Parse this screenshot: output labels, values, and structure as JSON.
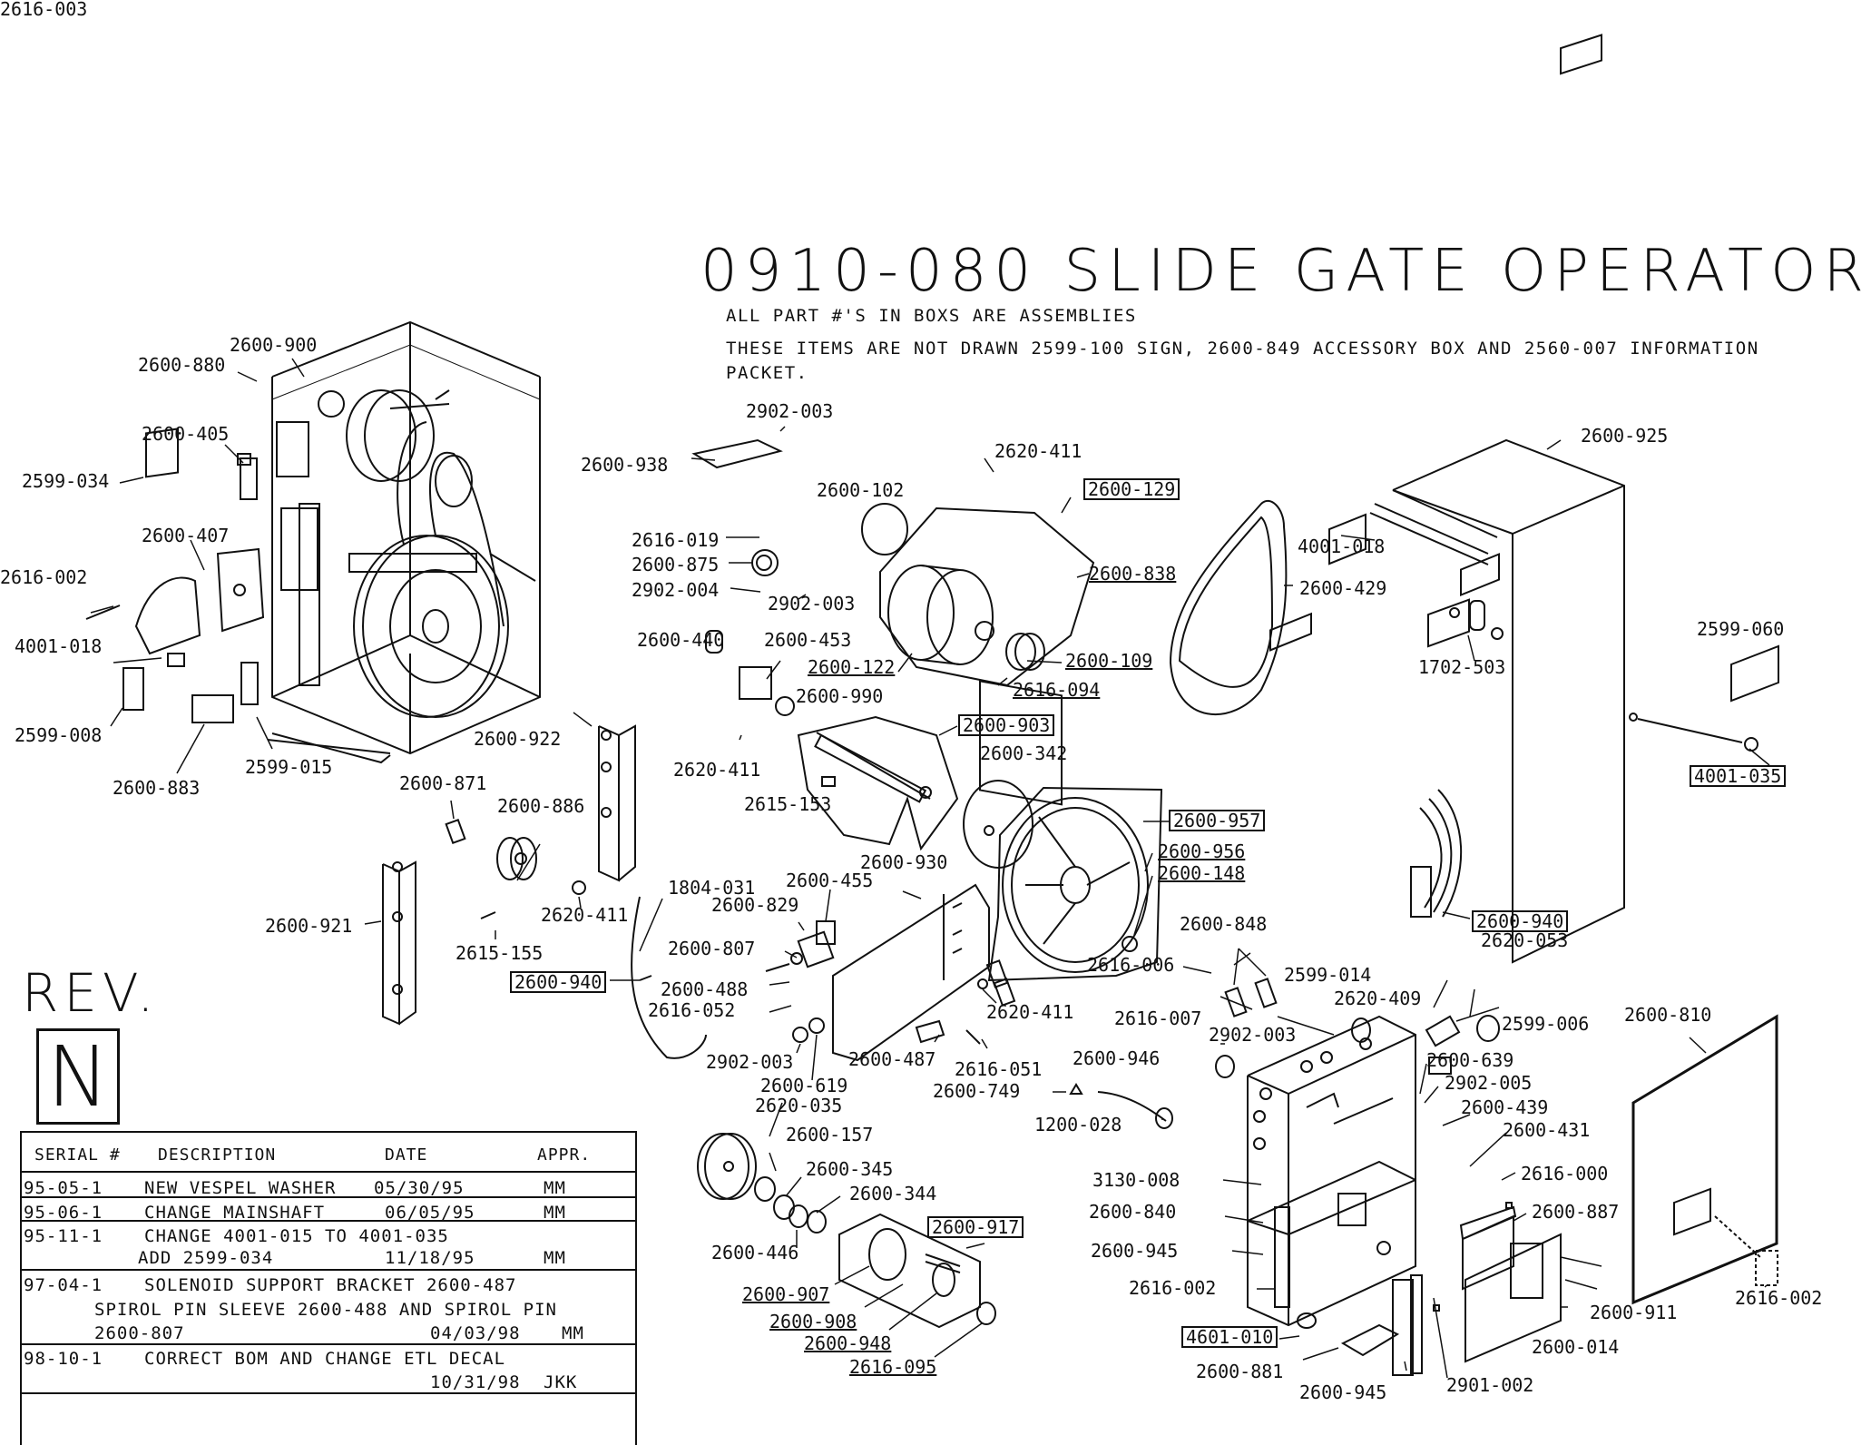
{
  "title": "0910-080 SLIDE GATE OPERATOR",
  "notes": [
    "ALL PART #'S IN BOXS ARE ASSEMBLIES",
    "THESE ITEMS ARE NOT DRAWN 2599-100 SIGN, 2600-849 ACCESSORY BOX AND 2560-007 INFORMATION",
    "PACKET."
  ],
  "revision": {
    "label": "REV.",
    "letter": "N"
  },
  "rev_table": {
    "headers": {
      "serial": "SERIAL #",
      "description": "DESCRIPTION",
      "date": "DATE",
      "appr": "APPR."
    },
    "rows": [
      {
        "serial": "95-05-1",
        "description": "NEW VESPEL WASHER",
        "date": "05/30/95",
        "appr": "MM"
      },
      {
        "serial": "95-06-1",
        "description": "CHANGE MAINSHAFT",
        "date": "06/05/95",
        "appr": "MM"
      },
      {
        "serial": "95-11-1",
        "description": "CHANGE 4001-015 TO 4001-035",
        "date": "",
        "appr": ""
      },
      {
        "serial": "",
        "description": "ADD 2599-034",
        "date": "11/18/95",
        "appr": "MM"
      },
      {
        "serial": "97-04-1",
        "description": "SOLENOID SUPPORT BRACKET 2600-487",
        "date": "",
        "appr": ""
      },
      {
        "serial": "",
        "description": "SPIROL PIN SLEEVE 2600-488 AND SPIROL PIN",
        "date": "",
        "appr": ""
      },
      {
        "serial": "",
        "description": "2600-807",
        "date": "04/03/98",
        "appr": "MM"
      },
      {
        "serial": "98-10-1",
        "description": "CORRECT BOM AND CHANGE ETL DECAL",
        "date": "",
        "appr": ""
      },
      {
        "serial": "",
        "description": "",
        "date": "10/31/98",
        "appr": "JKK"
      }
    ]
  },
  "parts": [
    {
      "label": "2600-900",
      "style": "plain"
    },
    {
      "label": "2600-880",
      "style": "plain"
    },
    {
      "label": "2600-405",
      "style": "plain"
    },
    {
      "label": "2599-034",
      "style": "plain"
    },
    {
      "label": "2600-407",
      "style": "plain"
    },
    {
      "label": "2616-002",
      "style": "plain"
    },
    {
      "label": "4001-018",
      "style": "plain"
    },
    {
      "label": "2599-008",
      "style": "plain"
    },
    {
      "label": "2600-883",
      "style": "plain"
    },
    {
      "label": "2599-015",
      "style": "plain"
    },
    {
      "label": "2600-871",
      "style": "plain"
    },
    {
      "label": "2600-922",
      "style": "plain"
    },
    {
      "label": "2600-886",
      "style": "plain"
    },
    {
      "label": "2600-921",
      "style": "plain"
    },
    {
      "label": "2615-155",
      "style": "plain"
    },
    {
      "label": "2620-411",
      "style": "plain"
    },
    {
      "label": "2600-940",
      "style": "boxed"
    },
    {
      "label": "1804-031",
      "style": "plain"
    },
    {
      "label": "2902-003",
      "style": "plain"
    },
    {
      "label": "2600-938",
      "style": "plain"
    },
    {
      "label": "2620-411",
      "style": "plain"
    },
    {
      "label": "2600-129",
      "style": "boxed"
    },
    {
      "label": "2600-102",
      "style": "plain"
    },
    {
      "label": "2616-019",
      "style": "plain"
    },
    {
      "label": "2600-875",
      "style": "plain"
    },
    {
      "label": "2902-004",
      "style": "plain"
    },
    {
      "label": "2902-003",
      "style": "plain"
    },
    {
      "label": "2600-838",
      "style": "underlined"
    },
    {
      "label": "2600-440",
      "style": "plain"
    },
    {
      "label": "2600-453",
      "style": "plain"
    },
    {
      "label": "2600-122",
      "style": "underlined"
    },
    {
      "label": "2600-109",
      "style": "underlined"
    },
    {
      "label": "2616-094",
      "style": "underlined"
    },
    {
      "label": "2600-990",
      "style": "plain"
    },
    {
      "label": "2600-903",
      "style": "boxed"
    },
    {
      "label": "2620-411",
      "style": "plain"
    },
    {
      "label": "2615-153",
      "style": "plain"
    },
    {
      "label": "2600-342",
      "style": "plain"
    },
    {
      "label": "2600-957",
      "style": "boxed"
    },
    {
      "label": "2600-956",
      "style": "underlined"
    },
    {
      "label": "2600-148",
      "style": "underlined"
    },
    {
      "label": "2600-930",
      "style": "plain"
    },
    {
      "label": "2600-455",
      "style": "plain"
    },
    {
      "label": "2600-829",
      "style": "plain"
    },
    {
      "label": "2600-807",
      "style": "plain"
    },
    {
      "label": "2600-488",
      "style": "plain"
    },
    {
      "label": "2616-052",
      "style": "plain"
    },
    {
      "label": "2902-003",
      "style": "plain"
    },
    {
      "label": "2600-619",
      "style": "plain"
    },
    {
      "label": "2620-035",
      "style": "plain"
    },
    {
      "label": "2600-487",
      "style": "plain"
    },
    {
      "label": "2616-051",
      "style": "plain"
    },
    {
      "label": "2620-411",
      "style": "plain"
    },
    {
      "label": "2616-006",
      "style": "plain"
    },
    {
      "label": "2600-848",
      "style": "plain"
    },
    {
      "label": "2599-014",
      "style": "plain"
    },
    {
      "label": "2600-749",
      "style": "plain"
    },
    {
      "label": "1200-028",
      "style": "plain"
    },
    {
      "label": "2600-157",
      "style": "plain"
    },
    {
      "label": "2600-345",
      "style": "plain"
    },
    {
      "label": "2600-344",
      "style": "plain"
    },
    {
      "label": "2600-446",
      "style": "plain"
    },
    {
      "label": "2600-917",
      "style": "boxed"
    },
    {
      "label": "2600-907",
      "style": "underlined"
    },
    {
      "label": "2600-908",
      "style": "underlined"
    },
    {
      "label": "2600-948",
      "style": "underlined"
    },
    {
      "label": "2616-095",
      "style": "underlined"
    },
    {
      "label": "2600-925",
      "style": "plain"
    },
    {
      "label": "4001-018",
      "style": "plain"
    },
    {
      "label": "2600-429",
      "style": "plain"
    },
    {
      "label": "1702-503",
      "style": "plain"
    },
    {
      "label": "2599-060",
      "style": "plain"
    },
    {
      "label": "4001-035",
      "style": "boxed"
    },
    {
      "label": "2600-940",
      "style": "boxed"
    },
    {
      "label": "2620-053",
      "style": "plain"
    },
    {
      "label": "2620-409",
      "style": "plain"
    },
    {
      "label": "2616-007",
      "style": "plain"
    },
    {
      "label": "2902-003",
      "style": "plain"
    },
    {
      "label": "2599-006",
      "style": "plain"
    },
    {
      "label": "2600-810",
      "style": "plain"
    },
    {
      "label": "2600-946",
      "style": "plain"
    },
    {
      "label": "2600-639",
      "style": "plain"
    },
    {
      "label": "2902-005",
      "style": "plain"
    },
    {
      "label": "2600-439",
      "style": "plain"
    },
    {
      "label": "2600-431",
      "style": "plain"
    },
    {
      "label": "3130-008",
      "style": "plain"
    },
    {
      "label": "2616-000",
      "style": "plain"
    },
    {
      "label": "2600-840",
      "style": "plain"
    },
    {
      "label": "2600-887",
      "style": "plain"
    },
    {
      "label": "2600-945",
      "style": "plain"
    },
    {
      "label": "2616-002",
      "style": "plain"
    },
    {
      "label": "2600-911",
      "style": "plain"
    },
    {
      "label": "2616-002",
      "style": "plain"
    },
    {
      "label": "2600-014",
      "style": "plain"
    },
    {
      "label": "4601-010",
      "style": "boxed"
    },
    {
      "label": "2600-881",
      "style": "plain"
    },
    {
      "label": "2600-945",
      "style": "plain"
    },
    {
      "label": "2901-002",
      "style": "plain"
    },
    {
      "label": "2616-003",
      "style": "plain"
    }
  ]
}
